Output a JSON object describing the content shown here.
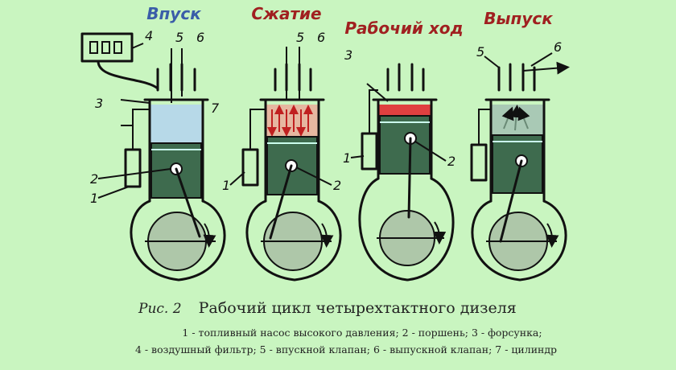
{
  "strokes": {
    "intake": "Впуск",
    "compression": "Сжатие",
    "power": "Рабочий ход",
    "exhaust": "Выпуск"
  },
  "colors": {
    "background": "#c9f5c0",
    "intake_title": "#3a5da8",
    "other_titles": "#a02020",
    "air": "#b7d9e8",
    "compressed": "#e6b7a0",
    "combustion": "#e04040",
    "exhaust_gas": "#a9c9b5",
    "piston": "#3e6b4e",
    "crank": "#aec7a9"
  },
  "labels": {
    "n1": "1",
    "n2": "2",
    "n3": "3",
    "n4": "4",
    "n5": "5",
    "n6": "6",
    "n7": "7"
  },
  "caption": {
    "fig": "Рис. 2",
    "text": "Рабочий цикл четырехтактного дизеля"
  },
  "legend": {
    "line1": "1 - топливный насос высокого давления; 2 - поршень; 3 - форсунка;",
    "line2": "4 - воздушный фильтр; 5 - впускной клапан; 6 - выпускной клапан; 7 - цилиндр"
  }
}
